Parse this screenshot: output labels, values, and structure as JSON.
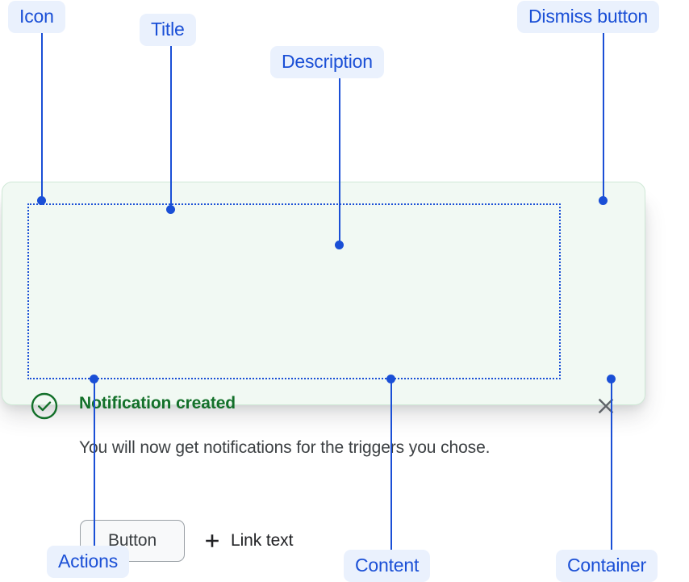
{
  "notification": {
    "title": "Notification created",
    "description": "You will now get notifications for the triggers you chose.",
    "button_label": "Button",
    "link_label": "Link text",
    "icon": "check-circle-icon",
    "dismiss_icon": "close-icon",
    "plus_icon": "plus-icon",
    "colors": {
      "background": "#F1F9F3",
      "border": "#CFE8D6",
      "title": "#13702A",
      "icon": "#13702A",
      "description": "#3C4043",
      "button_background": "#F8F9FA",
      "button_border": "#9AA0A6",
      "dismiss": "#5F6368",
      "link": "#202124"
    }
  },
  "annotations": {
    "accent": "#1A4FD6",
    "pill_background": "#EAF1FD",
    "labels": [
      {
        "key": "icon",
        "text": "Icon"
      },
      {
        "key": "title",
        "text": "Title"
      },
      {
        "key": "desc",
        "text": "Description"
      },
      {
        "key": "dismiss",
        "text": "Dismiss button"
      },
      {
        "key": "actions",
        "text": "Actions"
      },
      {
        "key": "content",
        "text": "Content"
      },
      {
        "key": "container",
        "text": "Container"
      }
    ]
  }
}
